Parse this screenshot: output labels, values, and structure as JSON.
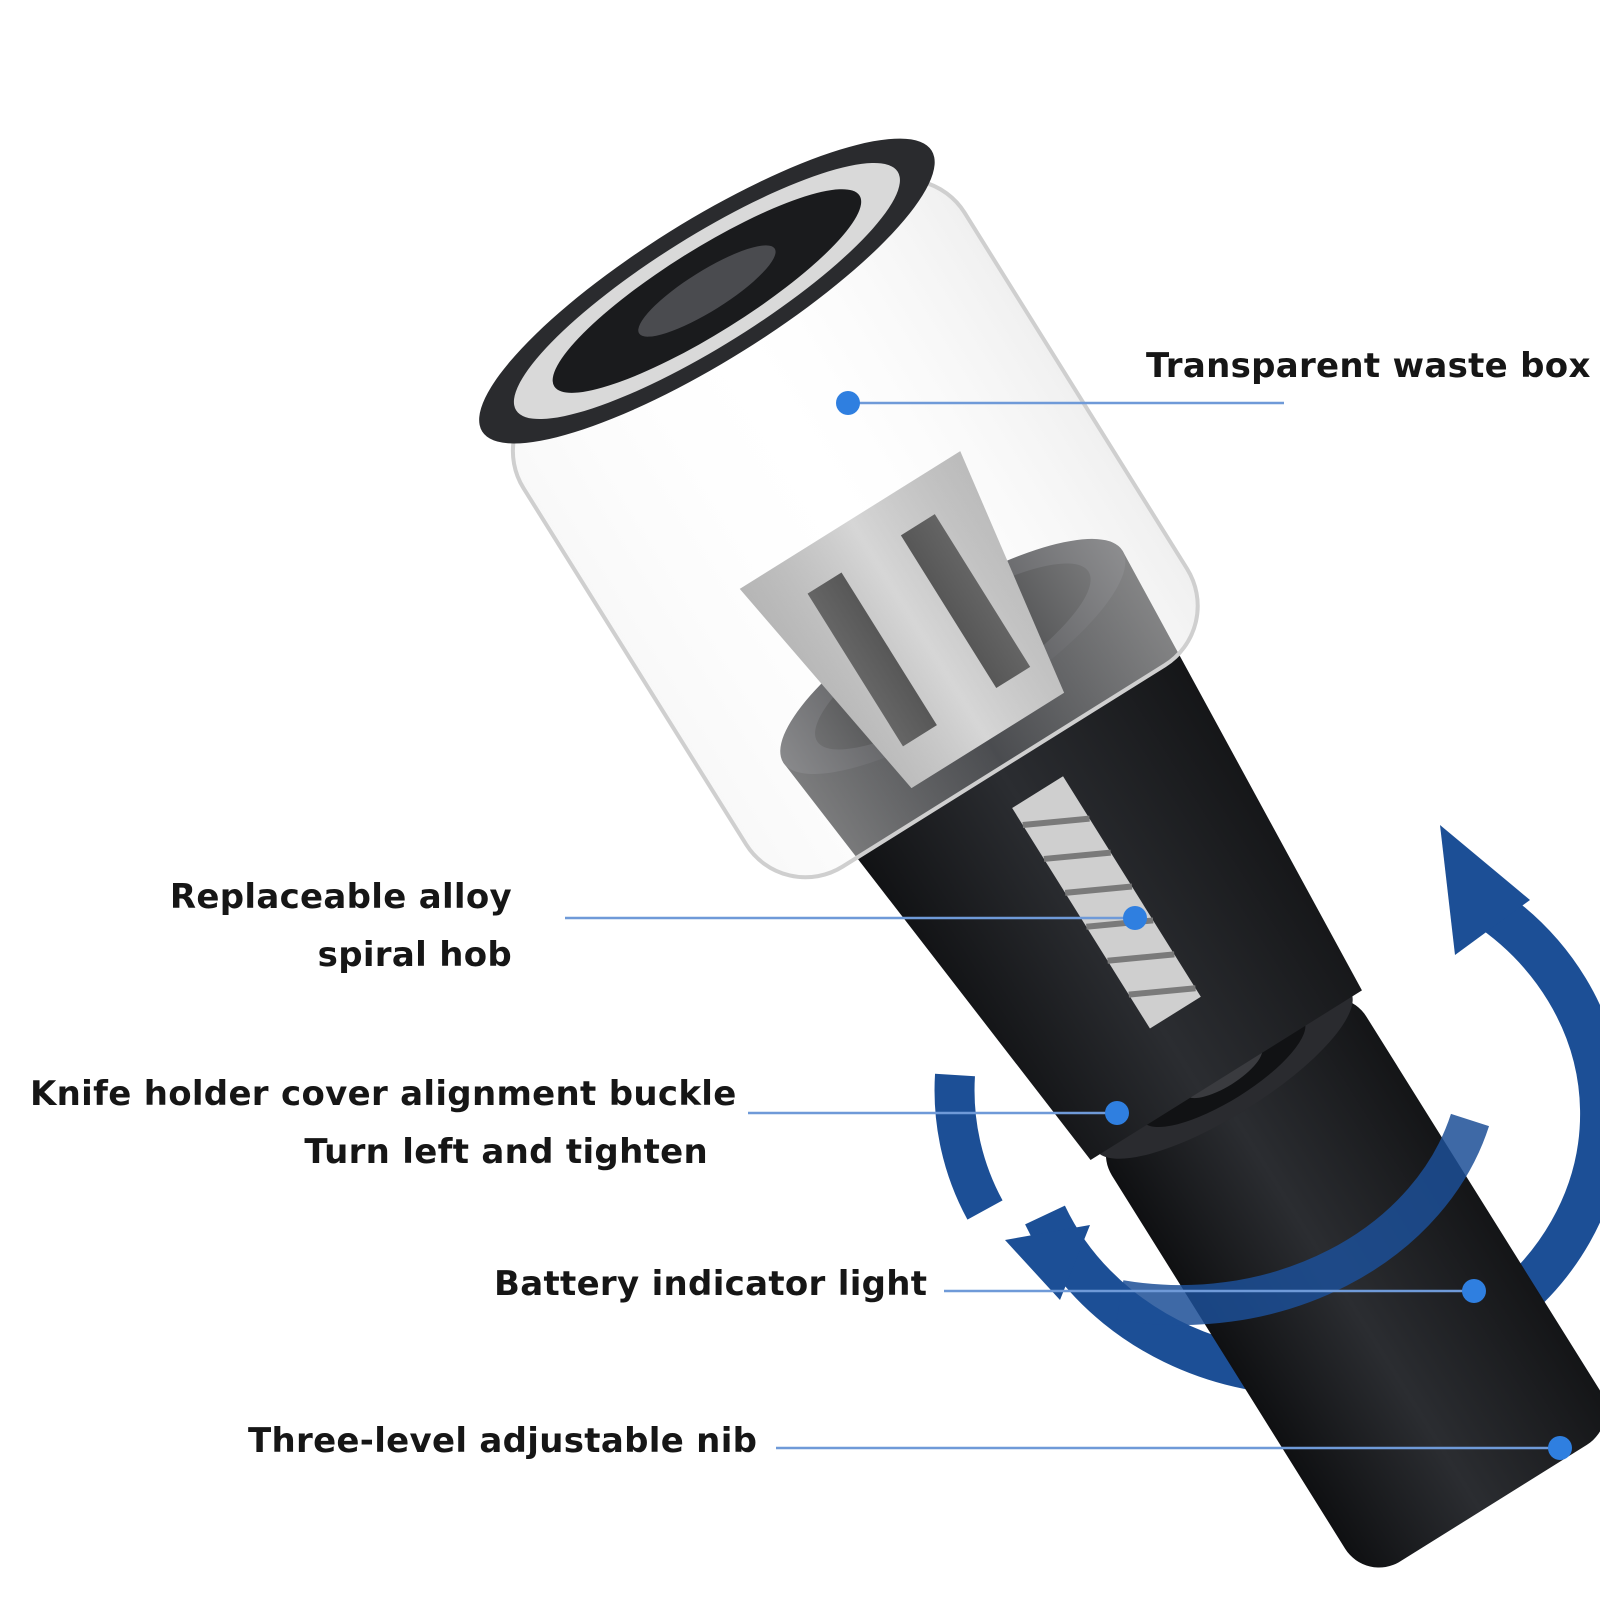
{
  "colors": {
    "leader_line": "#6f9ad8",
    "dot": "#2f7fe0",
    "rotation_arrow": "#1c4f96",
    "body": "#1e1f22",
    "hob_cage": "#b9b9b9",
    "background": "#ffffff"
  },
  "callouts": [
    {
      "id": "waste-box",
      "lines": [
        "Transparent waste box"
      ]
    },
    {
      "id": "spiral-hob",
      "lines": [
        "Replaceable alloy",
        "spiral hob"
      ]
    },
    {
      "id": "alignment-buckle",
      "lines": [
        "Knife holder cover alignment buckle",
        "Turn left and tighten"
      ]
    },
    {
      "id": "battery-light",
      "lines": [
        "Battery indicator light"
      ]
    },
    {
      "id": "adjustable-nib",
      "lines": [
        "Three-level adjustable nib"
      ]
    }
  ],
  "illustration": {
    "subject": "electric pencil sharpener exploded view",
    "rotation_icon": "rotation-arrow-icon"
  }
}
